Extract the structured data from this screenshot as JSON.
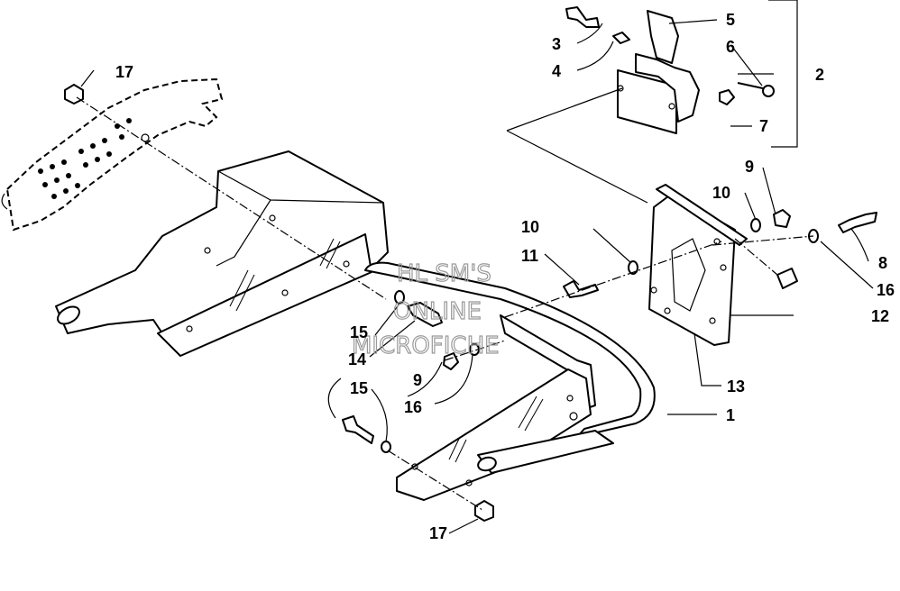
{
  "watermark": [
    "HL SM'S",
    "ONLINE",
    "MICROFICHE"
  ],
  "callouts": {
    "c1": "1",
    "c2": "2",
    "c3": "3",
    "c4": "4",
    "c5": "5",
    "c6": "6",
    "c7": "7",
    "c8": "8",
    "c9a": "9",
    "c9b": "9",
    "c10a": "10",
    "c10b": "10",
    "c11": "11",
    "c12": "12",
    "c13": "13",
    "c14": "14",
    "c15a": "15",
    "c15b": "15",
    "c16a": "16",
    "c16b": "16",
    "c17a": "17",
    "c17b": "17"
  }
}
